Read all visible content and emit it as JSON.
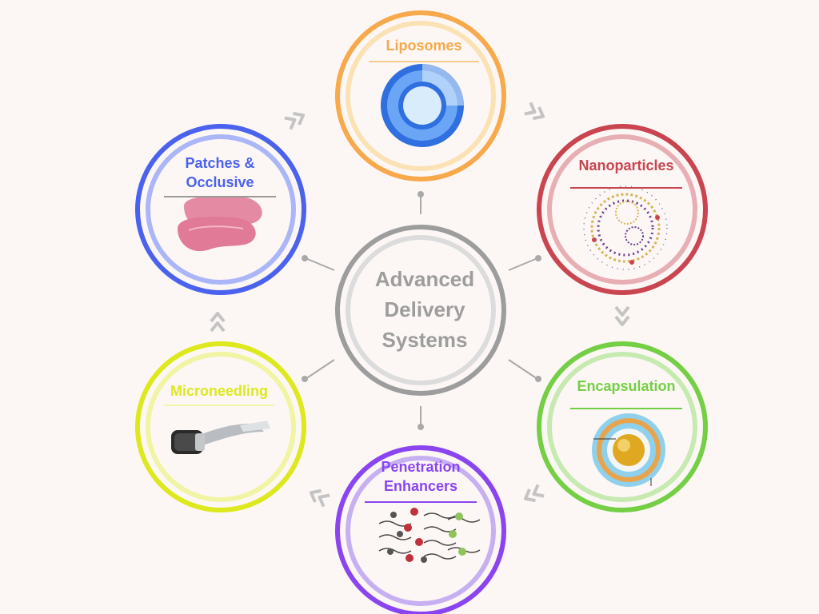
{
  "center": {
    "lines": [
      "Advanced",
      "Delivery",
      "Systems"
    ]
  },
  "nodes": [
    {
      "id": "liposomes",
      "lines": [
        "Liposomes"
      ],
      "color": "#f7a94b"
    },
    {
      "id": "nanoparticles",
      "lines": [
        "Nanoparticles"
      ],
      "color": "#c9454f"
    },
    {
      "id": "encapsulation",
      "lines": [
        "Encapsulation"
      ],
      "color": "#74cf45"
    },
    {
      "id": "penetration-enhancers",
      "lines": [
        "Penetration",
        "Enhancers"
      ],
      "color": "#8a45f0"
    },
    {
      "id": "microneedling",
      "lines": [
        "Microneedling"
      ],
      "color": "#dde81d"
    },
    {
      "id": "patches-occlusive",
      "lines": [
        "Patches &",
        "Occlusive"
      ],
      "color": "#4a62ee"
    }
  ],
  "colors": {
    "background": "#fcf7f5",
    "center_ring": "#9d9d9d",
    "connector": "#a9a9a9"
  }
}
